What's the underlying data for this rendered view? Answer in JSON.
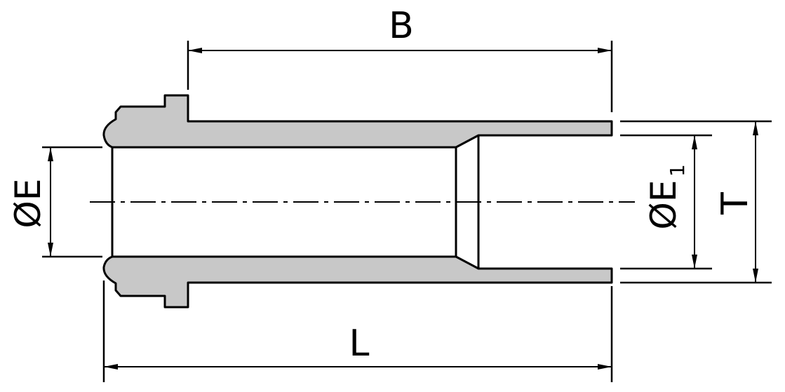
{
  "labels": {
    "B": "B",
    "L": "L",
    "T": "T",
    "E": "ØE",
    "E1_main": "ØE",
    "E1_sub": "1"
  },
  "colors": {
    "wall_fill": "#c8c8c8",
    "line": "#000000"
  }
}
